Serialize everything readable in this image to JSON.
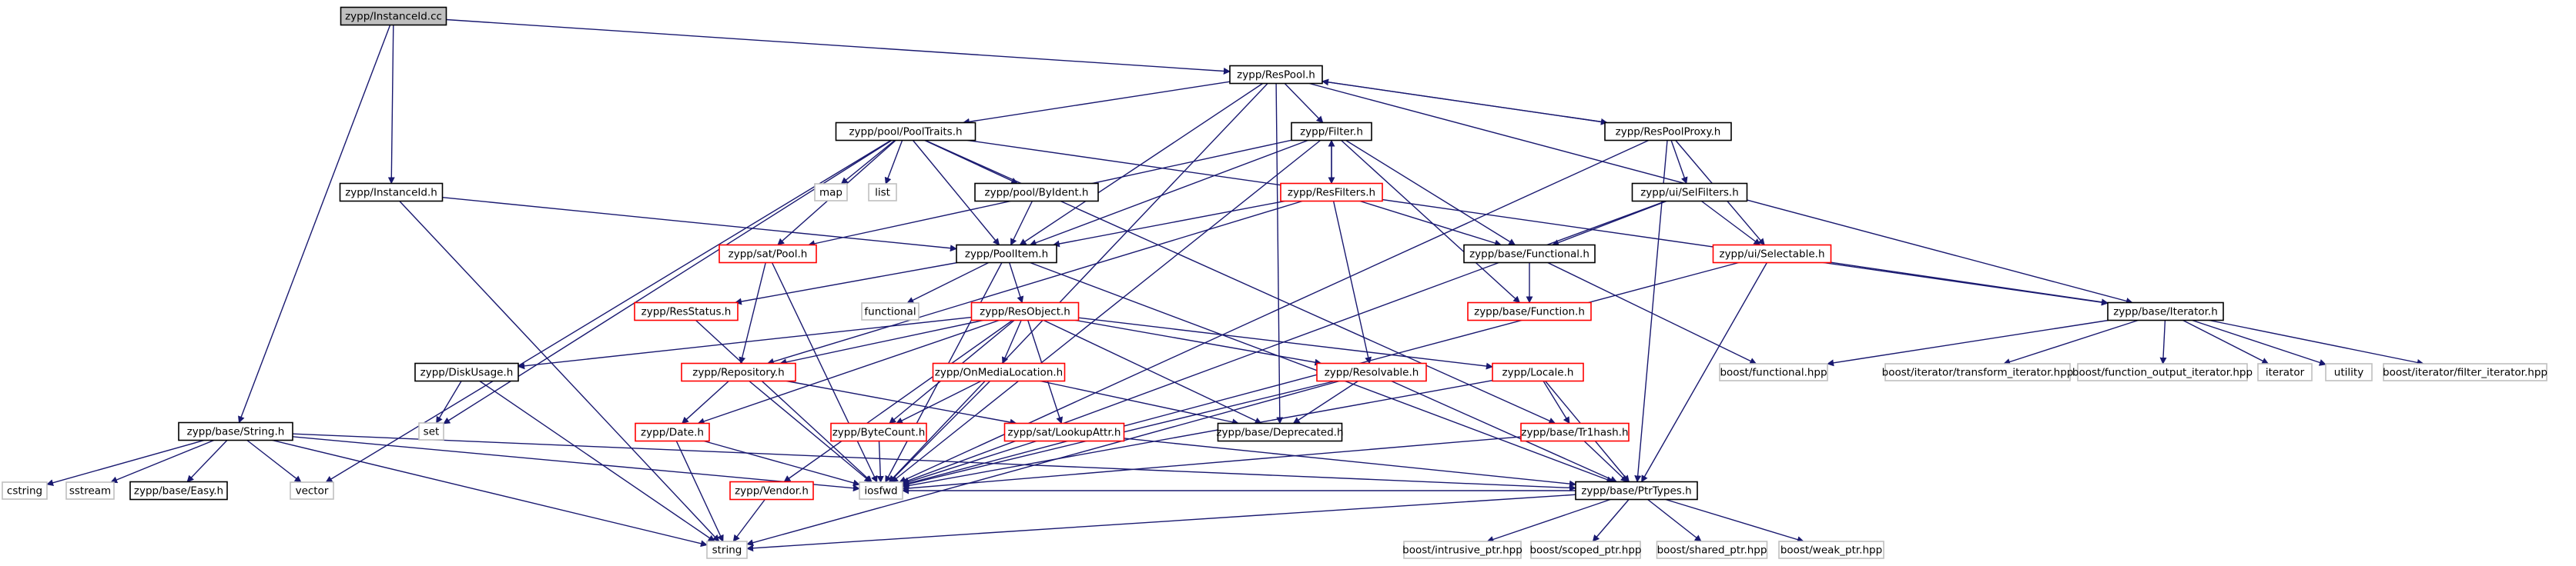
{
  "diagram": {
    "colors": {
      "edge": "#191970",
      "focus_fill": "#bfbfbf",
      "focus_stroke": "#000000",
      "documented_stroke": "#000000",
      "linked_stroke": "#ff0000",
      "external_stroke": "#bfbfbf",
      "node_fill": "#ffffff"
    },
    "nodes": [
      {
        "id": "instanceid_cc",
        "label": "zypp/InstanceId.cc",
        "kind": "focus"
      },
      {
        "id": "respool_h",
        "label": "zypp/ResPool.h",
        "kind": "documented"
      },
      {
        "id": "pooltraits_h",
        "label": "zypp/pool/PoolTraits.h",
        "kind": "documented"
      },
      {
        "id": "filter_h",
        "label": "zypp/Filter.h",
        "kind": "documented"
      },
      {
        "id": "respoolproxy_h",
        "label": "zypp/ResPoolProxy.h",
        "kind": "documented"
      },
      {
        "id": "instanceid_h",
        "label": "zypp/InstanceId.h",
        "kind": "documented"
      },
      {
        "id": "map",
        "label": "map",
        "kind": "external"
      },
      {
        "id": "list",
        "label": "list",
        "kind": "external"
      },
      {
        "id": "byident_h",
        "label": "zypp/pool/ByIdent.h",
        "kind": "documented"
      },
      {
        "id": "resfilters_h",
        "label": "zypp/ResFilters.h",
        "kind": "linked"
      },
      {
        "id": "selfilters_h",
        "label": "zypp/ui/SelFilters.h",
        "kind": "documented"
      },
      {
        "id": "sat_pool_h",
        "label": "zypp/sat/Pool.h",
        "kind": "linked"
      },
      {
        "id": "poolitem_h",
        "label": "zypp/PoolItem.h",
        "kind": "documented"
      },
      {
        "id": "functional_h",
        "label": "zypp/base/Functional.h",
        "kind": "documented"
      },
      {
        "id": "selectable_h",
        "label": "zypp/ui/Selectable.h",
        "kind": "linked"
      },
      {
        "id": "resstatus_h",
        "label": "zypp/ResStatus.h",
        "kind": "linked"
      },
      {
        "id": "functional",
        "label": "functional",
        "kind": "external"
      },
      {
        "id": "resobject_h",
        "label": "zypp/ResObject.h",
        "kind": "linked"
      },
      {
        "id": "function_h",
        "label": "zypp/base/Function.h",
        "kind": "linked"
      },
      {
        "id": "iterator_h",
        "label": "zypp/base/Iterator.h",
        "kind": "documented"
      },
      {
        "id": "diskusage_h",
        "label": "zypp/DiskUsage.h",
        "kind": "documented"
      },
      {
        "id": "repository_h",
        "label": "zypp/Repository.h",
        "kind": "linked"
      },
      {
        "id": "onmedialocation_h",
        "label": "zypp/OnMediaLocation.h",
        "kind": "linked"
      },
      {
        "id": "resolvable_h",
        "label": "zypp/Resolvable.h",
        "kind": "linked"
      },
      {
        "id": "locale_h",
        "label": "zypp/Locale.h",
        "kind": "linked"
      },
      {
        "id": "boost_functional",
        "label": "boost/functional.hpp",
        "kind": "external"
      },
      {
        "id": "boost_transform",
        "label": "boost/iterator/transform_iterator.hpp",
        "kind": "external"
      },
      {
        "id": "boost_function_output",
        "label": "boost/function_output_iterator.hpp",
        "kind": "external"
      },
      {
        "id": "iterator",
        "label": "iterator",
        "kind": "external"
      },
      {
        "id": "utility",
        "label": "utility",
        "kind": "external"
      },
      {
        "id": "boost_filter",
        "label": "boost/iterator/filter_iterator.hpp",
        "kind": "external"
      },
      {
        "id": "set",
        "label": "set",
        "kind": "external"
      },
      {
        "id": "date_h",
        "label": "zypp/Date.h",
        "kind": "linked"
      },
      {
        "id": "bytecount_h",
        "label": "zypp/ByteCount.h",
        "kind": "linked"
      },
      {
        "id": "lookupattr_h",
        "label": "zypp/sat/LookupAttr.h",
        "kind": "linked"
      },
      {
        "id": "deprecated_h",
        "label": "zypp/base/Deprecated.h",
        "kind": "documented"
      },
      {
        "id": "trhash_h",
        "label": "zypp/base/Tr1hash.h",
        "kind": "linked"
      },
      {
        "id": "string_h",
        "label": "zypp/base/String.h",
        "kind": "documented"
      },
      {
        "id": "cstring",
        "label": "cstring",
        "kind": "external"
      },
      {
        "id": "sstream",
        "label": "sstream",
        "kind": "external"
      },
      {
        "id": "easy_h",
        "label": "zypp/base/Easy.h",
        "kind": "documented"
      },
      {
        "id": "vector",
        "label": "vector",
        "kind": "external"
      },
      {
        "id": "iosfwd",
        "label": "iosfwd",
        "kind": "external"
      },
      {
        "id": "vendor_h",
        "label": "zypp/Vendor.h",
        "kind": "linked"
      },
      {
        "id": "ptrtypes_h",
        "label": "zypp/base/PtrTypes.h",
        "kind": "documented"
      },
      {
        "id": "string",
        "label": "string",
        "kind": "external"
      },
      {
        "id": "boost_intrusive",
        "label": "boost/intrusive_ptr.hpp",
        "kind": "external"
      },
      {
        "id": "boost_scoped",
        "label": "boost/scoped_ptr.hpp",
        "kind": "external"
      },
      {
        "id": "boost_shared",
        "label": "boost/shared_ptr.hpp",
        "kind": "external"
      },
      {
        "id": "boost_weak",
        "label": "boost/weak_ptr.hpp",
        "kind": "external"
      }
    ],
    "edges": [
      [
        "instanceid_cc",
        "respool_h"
      ],
      [
        "instanceid_cc",
        "instanceid_h"
      ],
      [
        "instanceid_cc",
        "string_h"
      ],
      [
        "respool_h",
        "pooltraits_h"
      ],
      [
        "respool_h",
        "filter_h"
      ],
      [
        "respool_h",
        "respoolproxy_h"
      ],
      [
        "respool_h",
        "iterator_h"
      ],
      [
        "respool_h",
        "poolitem_h"
      ],
      [
        "respool_h",
        "deprecated_h"
      ],
      [
        "respool_h",
        "iosfwd"
      ],
      [
        "respoolproxy_h",
        "respool_h"
      ],
      [
        "respoolproxy_h",
        "selfilters_h"
      ],
      [
        "respoolproxy_h",
        "selectable_h"
      ],
      [
        "respoolproxy_h",
        "ptrtypes_h"
      ],
      [
        "respoolproxy_h",
        "iosfwd"
      ],
      [
        "pooltraits_h",
        "set"
      ],
      [
        "pooltraits_h",
        "map"
      ],
      [
        "pooltraits_h",
        "list"
      ],
      [
        "pooltraits_h",
        "vector"
      ],
      [
        "pooltraits_h",
        "sat_pool_h"
      ],
      [
        "pooltraits_h",
        "poolitem_h"
      ],
      [
        "pooltraits_h",
        "byident_h"
      ],
      [
        "pooltraits_h",
        "iterator_h"
      ],
      [
        "pooltraits_h",
        "trhash_h"
      ],
      [
        "filter_h",
        "resfilters_h"
      ],
      [
        "filter_h",
        "functional_h"
      ],
      [
        "filter_h",
        "function_h"
      ],
      [
        "filter_h",
        "poolitem_h"
      ],
      [
        "filter_h",
        "sat_pool_h"
      ],
      [
        "filter_h",
        "iosfwd"
      ],
      [
        "resfilters_h",
        "filter_h"
      ],
      [
        "resfilters_h",
        "functional_h"
      ],
      [
        "resfilters_h",
        "resolvable_h"
      ],
      [
        "resfilters_h",
        "poolitem_h"
      ],
      [
        "resfilters_h",
        "repository_h"
      ],
      [
        "byident_h",
        "poolitem_h"
      ],
      [
        "instanceid_h",
        "poolitem_h"
      ],
      [
        "instanceid_h",
        "string"
      ],
      [
        "selfilters_h",
        "functional_h"
      ],
      [
        "selfilters_h",
        "selectable_h"
      ],
      [
        "selfilters_h",
        "iosfwd"
      ],
      [
        "selectable_h",
        "iterator_h"
      ],
      [
        "selectable_h",
        "ptrtypes_h"
      ],
      [
        "selectable_h",
        "iosfwd"
      ],
      [
        "functional_h",
        "function_h"
      ],
      [
        "functional_h",
        "boost_functional"
      ],
      [
        "sat_pool_h",
        "repository_h"
      ],
      [
        "sat_pool_h",
        "iosfwd"
      ],
      [
        "poolitem_h",
        "resobject_h"
      ],
      [
        "poolitem_h",
        "resstatus_h"
      ],
      [
        "poolitem_h",
        "functional"
      ],
      [
        "poolitem_h",
        "iosfwd"
      ],
      [
        "poolitem_h",
        "ptrtypes_h"
      ],
      [
        "resstatus_h",
        "iosfwd"
      ],
      [
        "iterator_h",
        "boost_functional"
      ],
      [
        "iterator_h",
        "boost_transform"
      ],
      [
        "iterator_h",
        "boost_function_output"
      ],
      [
        "iterator_h",
        "iterator"
      ],
      [
        "iterator_h",
        "utility"
      ],
      [
        "iterator_h",
        "boost_filter"
      ],
      [
        "resobject_h",
        "diskusage_h"
      ],
      [
        "resobject_h",
        "repository_h"
      ],
      [
        "resobject_h",
        "onmedialocation_h"
      ],
      [
        "resobject_h",
        "resolvable_h"
      ],
      [
        "resobject_h",
        "locale_h"
      ],
      [
        "resobject_h",
        "date_h"
      ],
      [
        "resobject_h",
        "bytecount_h"
      ],
      [
        "resobject_h",
        "lookupattr_h"
      ],
      [
        "resobject_h",
        "vendor_h"
      ],
      [
        "resobject_h",
        "deprecated_h"
      ],
      [
        "diskusage_h",
        "set"
      ],
      [
        "diskusage_h",
        "string"
      ],
      [
        "repository_h",
        "date_h"
      ],
      [
        "repository_h",
        "lookupattr_h"
      ],
      [
        "repository_h",
        "iosfwd"
      ],
      [
        "onmedialocation_h",
        "bytecount_h"
      ],
      [
        "onmedialocation_h",
        "iosfwd"
      ],
      [
        "onmedialocation_h",
        "deprecated_h"
      ],
      [
        "resolvable_h",
        "deprecated_h"
      ],
      [
        "resolvable_h",
        "iosfwd"
      ],
      [
        "resolvable_h",
        "string"
      ],
      [
        "resolvable_h",
        "ptrtypes_h"
      ],
      [
        "locale_h",
        "trhash_h"
      ],
      [
        "locale_h",
        "iosfwd"
      ],
      [
        "locale_h",
        "ptrtypes_h"
      ],
      [
        "date_h",
        "iosfwd"
      ],
      [
        "date_h",
        "string"
      ],
      [
        "bytecount_h",
        "iosfwd"
      ],
      [
        "lookupattr_h",
        "iosfwd"
      ],
      [
        "lookupattr_h",
        "ptrtypes_h"
      ],
      [
        "trhash_h",
        "iosfwd"
      ],
      [
        "trhash_h",
        "ptrtypes_h"
      ],
      [
        "string_h",
        "cstring"
      ],
      [
        "string_h",
        "sstream"
      ],
      [
        "string_h",
        "easy_h"
      ],
      [
        "string_h",
        "vector"
      ],
      [
        "string_h",
        "iosfwd"
      ],
      [
        "string_h",
        "string"
      ],
      [
        "string_h",
        "ptrtypes_h"
      ],
      [
        "vendor_h",
        "string"
      ],
      [
        "ptrtypes_h",
        "iosfwd"
      ],
      [
        "ptrtypes_h",
        "string"
      ],
      [
        "ptrtypes_h",
        "boost_intrusive"
      ],
      [
        "ptrtypes_h",
        "boost_scoped"
      ],
      [
        "ptrtypes_h",
        "boost_shared"
      ],
      [
        "ptrtypes_h",
        "boost_weak"
      ]
    ]
  }
}
